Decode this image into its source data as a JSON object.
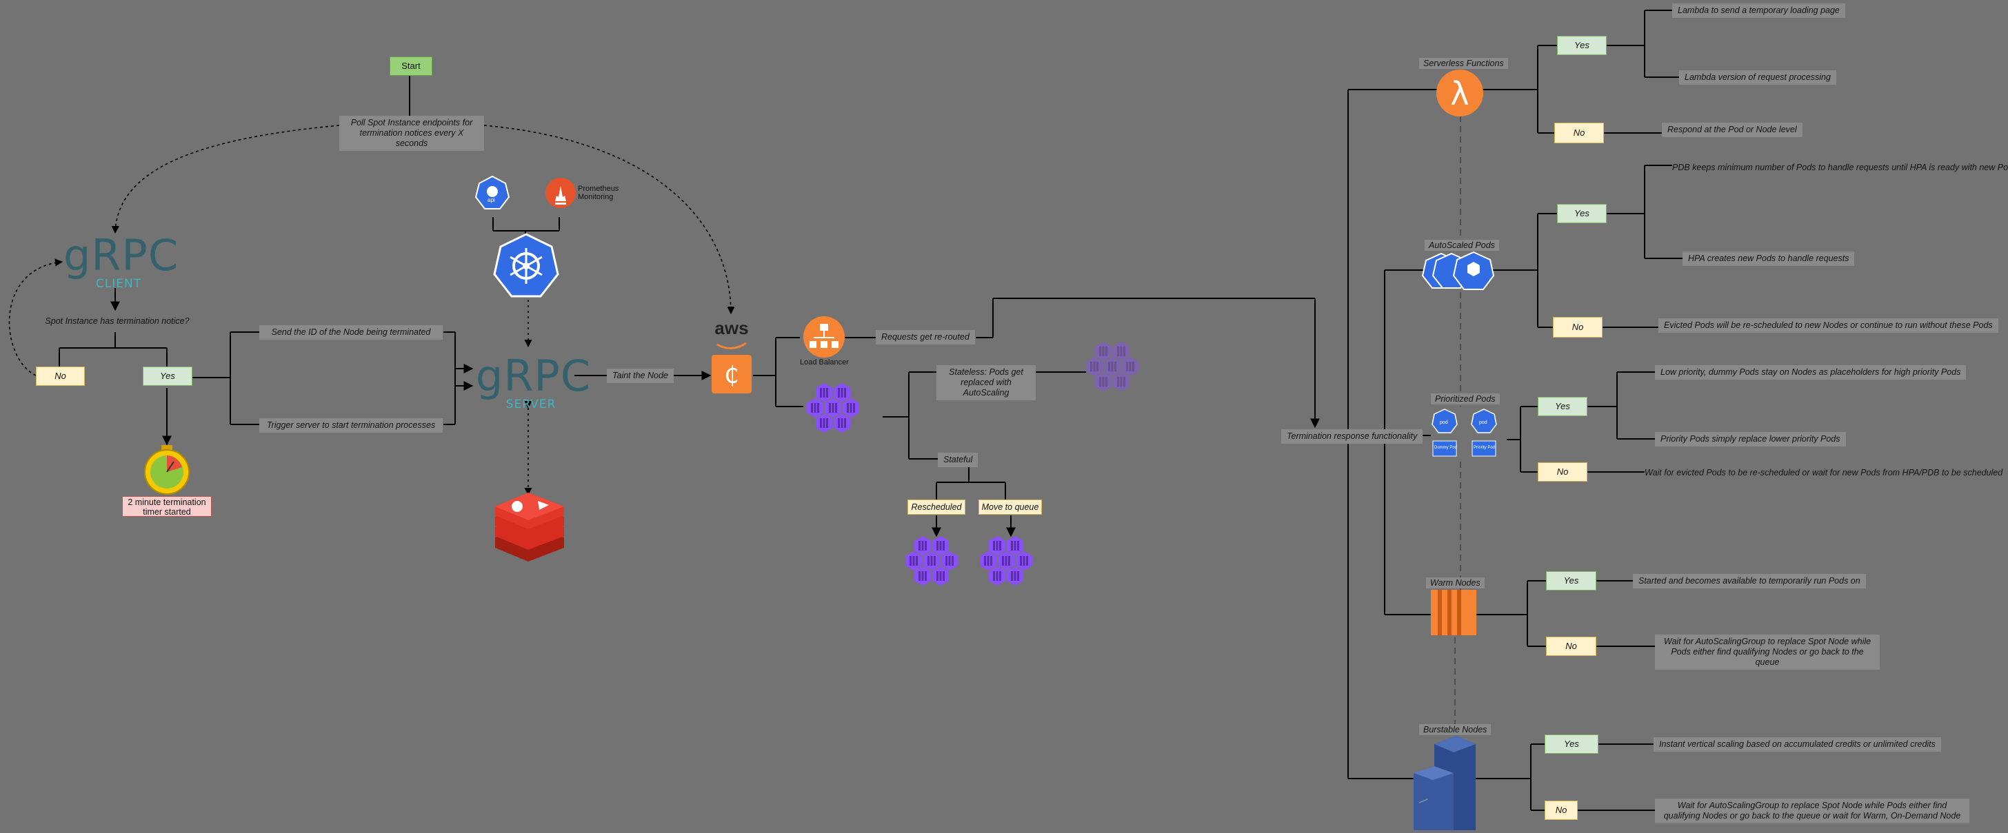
{
  "start_label": "Start",
  "poll_label": "Poll Spot Instance endpoints for termination notices every X seconds",
  "grpc_client": {
    "logo": "gRPC",
    "role": "CLIENT"
  },
  "grpc_server": {
    "logo": "gRPC",
    "role": "SERVER"
  },
  "question_label": "Spot Instance has termination notice?",
  "no_label": "No",
  "yes_label": "Yes",
  "timer_label": "2 minute termination timer started",
  "send_id_label": "Send the ID of the Node being terminated",
  "trigger_label": "Trigger server to start termination processes",
  "kube_api_label": "api",
  "prometheus_label": "Prometheus Monitoring",
  "taint_label": "Taint the Node",
  "aws_label": "aws",
  "lb_label": "Load Balancer",
  "rerouted_label": "Requests get re-routed",
  "stateless_label": "Stateless: Pods get replaced with AutoScaling",
  "stateful_label": "Stateful",
  "rescheduled_label": "Rescheduled",
  "queue_label": "Move to queue",
  "termination_label": "Termination response functionality",
  "sections": [
    {
      "title": "Serverless Functions",
      "yes_text": "Lambda to send a temporary loading page",
      "yes_text2": "Lambda version of request processing",
      "no_text": "Respond at the Pod or Node level"
    },
    {
      "title": "AutoScaled Pods",
      "yes_text": "PDB keeps minimum number of Pods to handle requests until HPA is ready with new Pods",
      "yes_text2": "HPA creates new Pods to handle requests",
      "no_text": "Evicted Pods will be re-scheduled to new Nodes or continue to run without these Pods"
    },
    {
      "title": "Prioritized Pods",
      "yes_text": "Low priority, dummy Pods stay on Nodes as placeholders for high priority Pods",
      "yes_text2": "Priority Pods simply replace lower priority Pods",
      "no_text": "Wait for evicted Pods to be re-scheduled or wait for new Pods from HPA/PDB to be scheduled"
    },
    {
      "title": "Warm Nodes",
      "yes_text": "Started and becomes available to temporarily run Pods on",
      "no_text": "Wait for AutoScalingGroup to replace Spot Node while Pods either find qualifying Nodes or go back to the queue"
    },
    {
      "title": "Burstable Nodes",
      "yes_text": "Instant vertical scaling based on accumulated credits or unlimited credits",
      "no_text": "Wait for AutoScalingGroup to replace Spot Node while Pods either find qualifying Nodes or go back to the queue or wait for Warm, On-Demand Node"
    }
  ],
  "pod_label": "pod",
  "dummy_pod_label": "Dummy Pod",
  "priority_pod_label": "Priority Pod",
  "colors": {
    "background": "#737373",
    "yes_fill": "#d5e8d4",
    "no_fill": "#fff2cc",
    "aws_orange": "#f58534",
    "k8s_blue": "#326ce5",
    "redis_red": "#d82c20",
    "pod_purple": "#8c4fff"
  }
}
